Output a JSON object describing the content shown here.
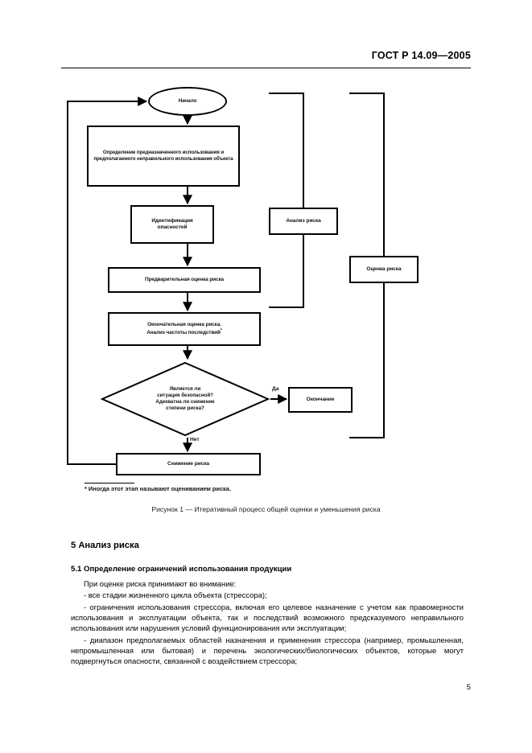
{
  "header": {
    "standard": "ГОСТ Р 14.09—2005"
  },
  "figure": {
    "caption": "Рисунок 1 — Итеративный процесс общей оценки и уменьшения риска",
    "footnote": "* Иногда этот этап называют оцениванием риска.",
    "nodes": {
      "start": "Начало",
      "define_use": "Определение предназначенного использования и предполагаемого неправильного использования объекта",
      "identify_hazards": "Идентификация\nопасностей",
      "preliminary": "Предварительная оценка риска",
      "final": "Окончательная оценка риска.\nАнализ частоты последствий",
      "final_footnote_marker": "*",
      "decision": "Является ли\nситуация безопасной?\nАдекватна ли снижение\nстепени риска?",
      "reduce_risk": "Снижение риска",
      "end": "Окончание",
      "risk_analysis_bracket": "Анализ риска",
      "risk_evaluation_bracket": "Оценка риска"
    },
    "branches": {
      "yes": "Да",
      "no": "Нет"
    }
  },
  "body": {
    "section_heading": "5  Анализ риска",
    "subsection_heading": "5.1  Определение ограничений использования продукции",
    "intro": "При оценке риска принимают во внимание:",
    "bullet_1": "- все стадии жизненного цикла объекта (стрессора);",
    "bullet_2": "- ограничения использования стрессора, включая его целевое назначение с учетом как правомерности использования и эксплуатации объекта, так и последствий возможного предсказуемого неправильного использования или нарушения условий функционирования или эксплуатации;",
    "bullet_3": "- диапазон предполагаемых областей назначения и применения стрессора (например, промышленная, непромышленная или бытовая) и перечень экологических/биологических объектов, которые могут подвергнуться опасности, связанной с воздействием стрессора;"
  },
  "page_number": "5"
}
